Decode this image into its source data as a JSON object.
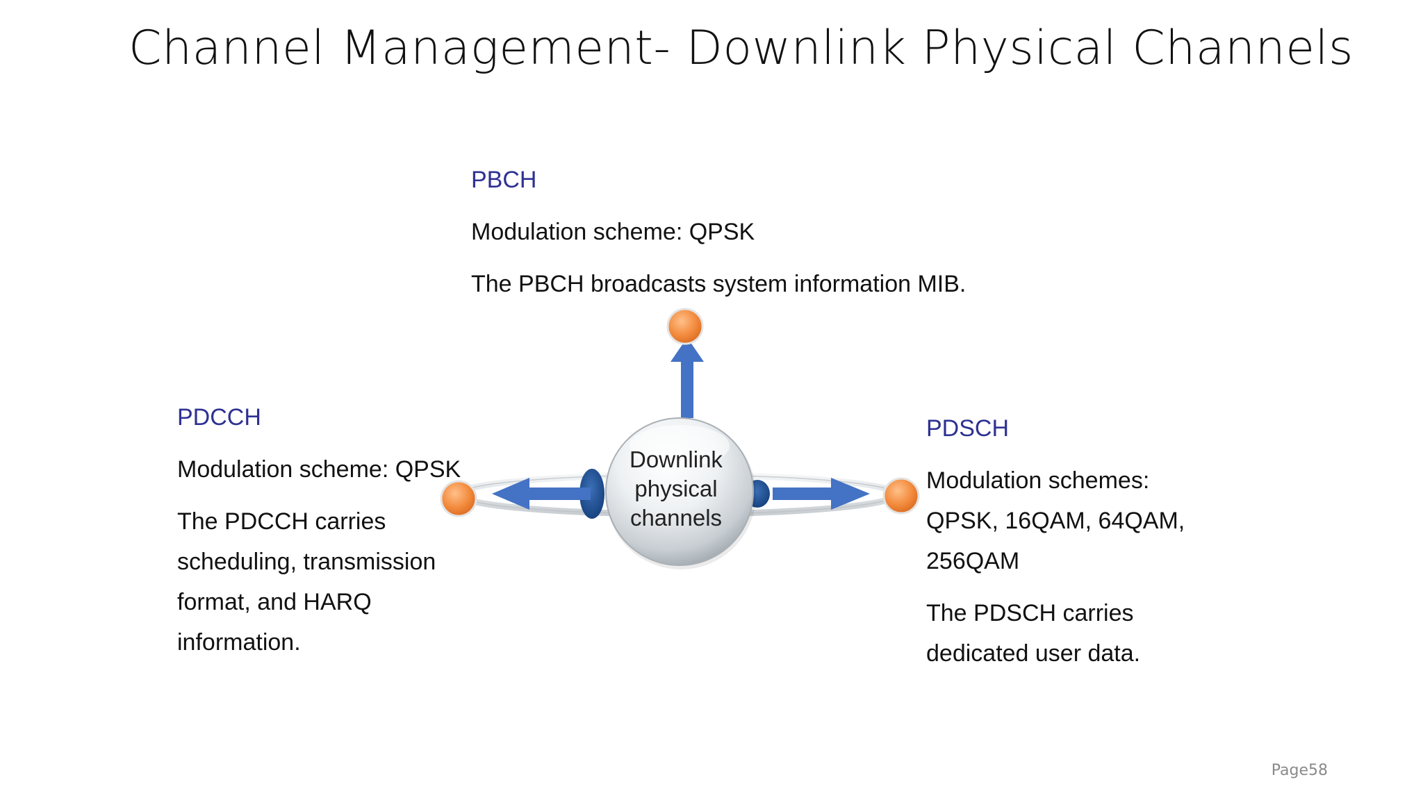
{
  "slide": {
    "title": "Channel Management- Downlink Physical Channels",
    "page_number": "Page58"
  },
  "center": {
    "label_lines": [
      "Downlink",
      "physical",
      "channels"
    ]
  },
  "channels": {
    "pbch": {
      "name": "PBCH",
      "lines": [
        "Modulation scheme: QPSK",
        "The PBCH broadcasts system information MIB."
      ]
    },
    "pdcch": {
      "name": "PDCCH",
      "modulation": "Modulation scheme: QPSK",
      "description_lines": [
        "The PDCCH carries",
        "scheduling, transmission",
        "format, and HARQ",
        "information."
      ]
    },
    "pdsch": {
      "name": "PDSCH",
      "modulation_lines": [
        "Modulation schemes:",
        "QPSK, 16QAM, 64QAM,",
        "256QAM"
      ],
      "description_lines": [
        "The PDSCH carries",
        "dedicated user data."
      ]
    }
  },
  "colors": {
    "heading": "#2e3192",
    "arrow": "#4472c4",
    "node": "#f0883a",
    "sphere": "#d9dde0"
  }
}
